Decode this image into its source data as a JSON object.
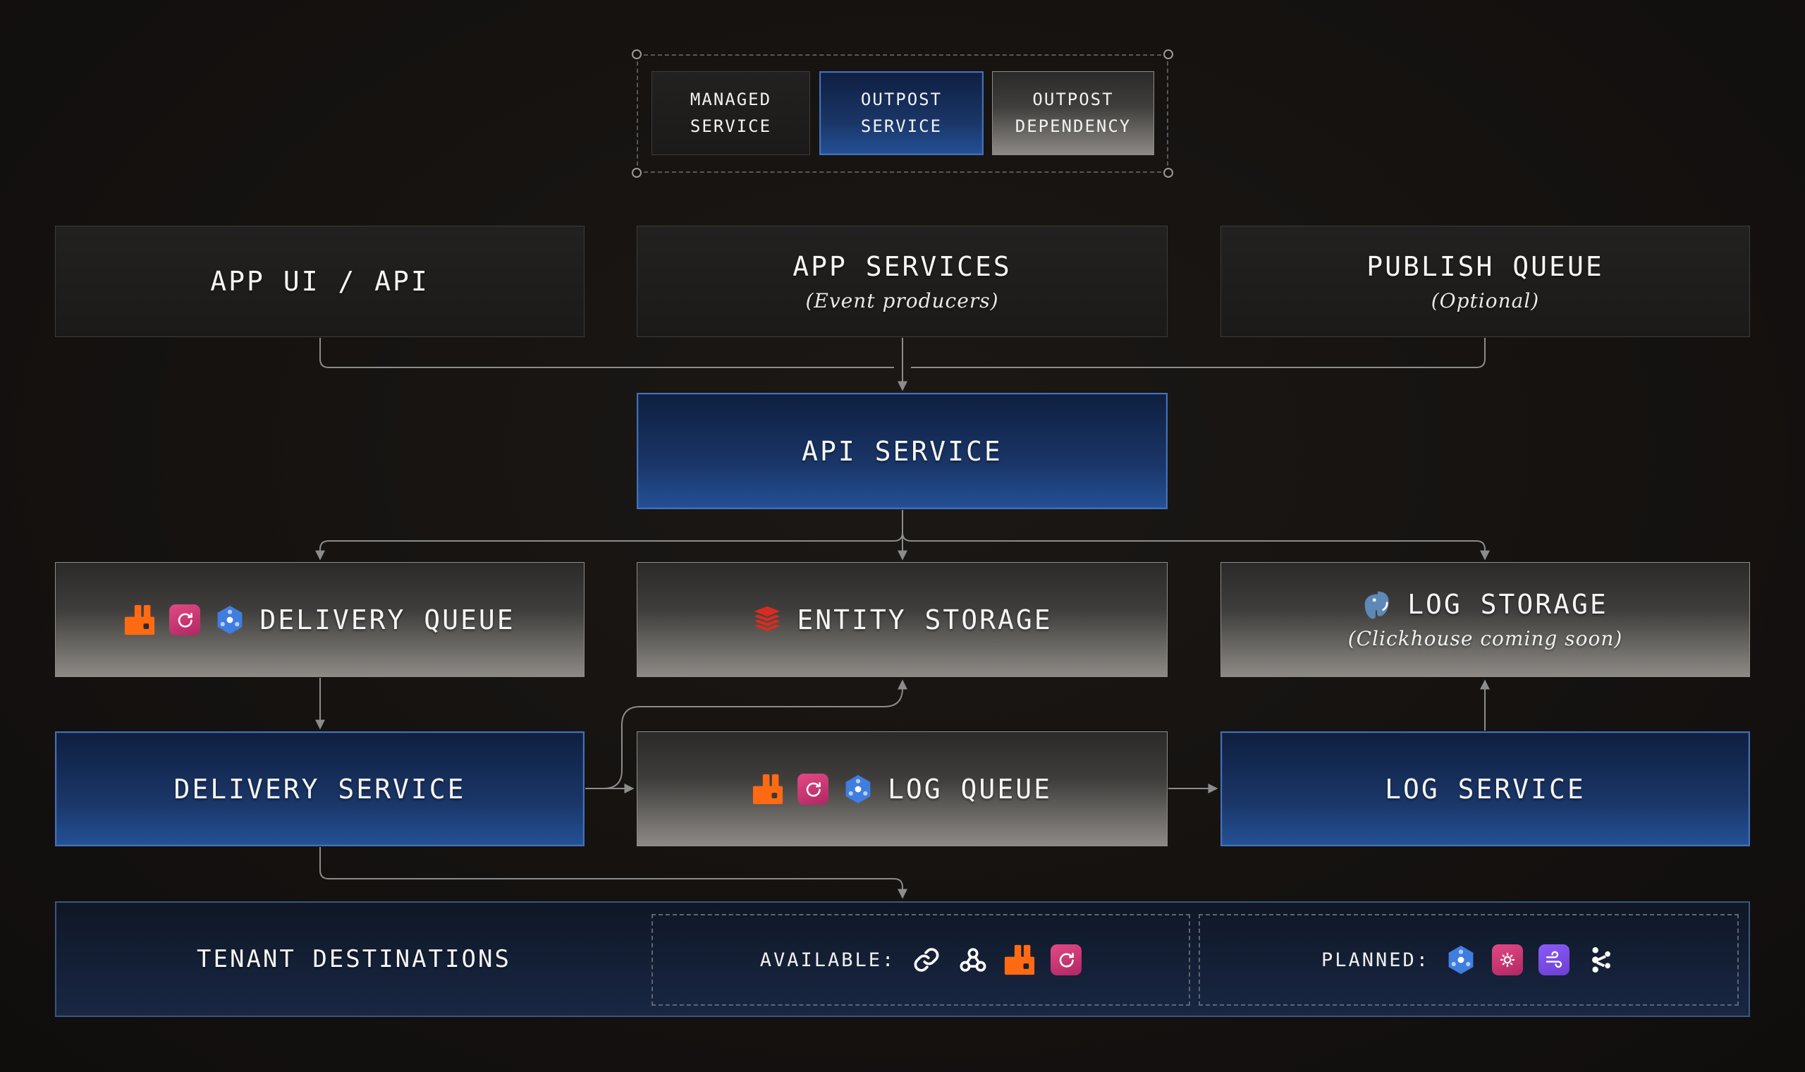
{
  "colors": {
    "background": "#151210",
    "service_blue": "#1a3668",
    "service_border": "#4470b8",
    "dependency_gray": "#8d8a86",
    "arrow": "#8c8c8c",
    "tenant_border": "#3c5680"
  },
  "legend": {
    "items": [
      {
        "label": "MANAGED SERVICE",
        "type": "managed"
      },
      {
        "label": "OUTPOST SERVICE",
        "type": "outpost-service"
      },
      {
        "label": "OUTPOST DEPENDENCY",
        "type": "outpost-dependency"
      }
    ]
  },
  "nodes": {
    "app_ui": {
      "label": "APP UI / API"
    },
    "app_services": {
      "label": "APP SERVICES",
      "subtitle": "(Event producers)"
    },
    "publish_queue": {
      "label": "PUBLISH QUEUE",
      "subtitle": "(Optional)"
    },
    "api_service": {
      "label": "API SERVICE"
    },
    "delivery_queue": {
      "label": "DELIVERY QUEUE",
      "icons": [
        "rabbitmq",
        "aws-sqs",
        "gcp-pubsub"
      ]
    },
    "entity_storage": {
      "label": "ENTITY STORAGE",
      "icons": [
        "redis"
      ]
    },
    "log_storage": {
      "label": "LOG STORAGE",
      "subtitle": "(Clickhouse coming soon)",
      "icons": [
        "postgresql"
      ]
    },
    "delivery_service": {
      "label": "DELIVERY SERVICE"
    },
    "log_queue": {
      "label": "LOG QUEUE",
      "icons": [
        "rabbitmq",
        "aws-sqs",
        "gcp-pubsub"
      ]
    },
    "log_service": {
      "label": "LOG SERVICE"
    },
    "tenant_destinations": {
      "label": "TENANT DESTINATIONS",
      "available_label": "AVAILABLE:",
      "available_icons": [
        "http-link",
        "webhook",
        "rabbitmq",
        "aws-sqs"
      ],
      "planned_label": "PLANNED:",
      "planned_icons": [
        "gcp-pubsub",
        "eventbridge",
        "azure-servicebus",
        "kafka"
      ]
    }
  }
}
